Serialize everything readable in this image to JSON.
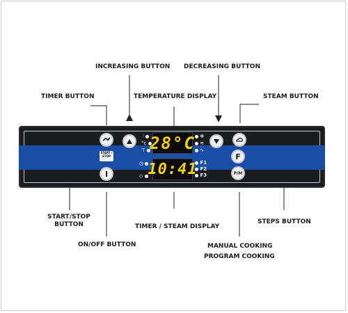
{
  "labels": {
    "increasing": "INCREASING BUTTON",
    "decreasing": "DECREASING BUTTON",
    "timer": "TIMER BUTTON",
    "temperature_display": "TEMPERATURE DISPLAY",
    "steam": "STEAM BUTTON",
    "start_stop": "START/STOP BUTTON",
    "timer_steam_display": "TIMER / STEAM DISPLAY",
    "steps": "STEPS BUTTON",
    "on_off": "ON/OFF BUTTON",
    "manual_cooking": "MANUAL COOKING",
    "program_cooking": "PROGRAM COOKING"
  },
  "panel": {
    "temperature_value": "28°C",
    "timer_value": "10:41",
    "start_stop_text": "START / STOP",
    "on_off_symbol": "I",
    "steps_symbol": "F",
    "program_symbol": "P/M",
    "function_leds": [
      "F1",
      "F2",
      "F3"
    ]
  },
  "colors": {
    "panel_body": "#1b1c20",
    "panel_band": "#1a4ea6",
    "display_digits": "#f6d200"
  }
}
